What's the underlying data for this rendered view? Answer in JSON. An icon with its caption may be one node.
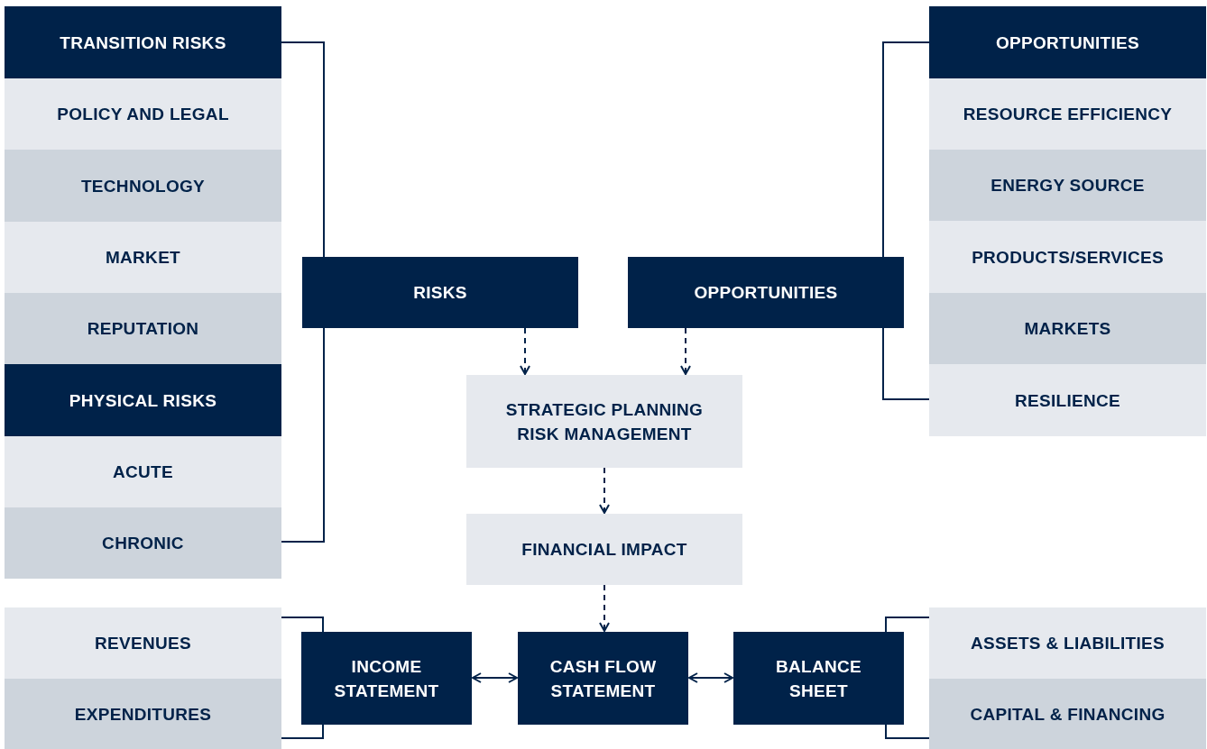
{
  "diagram": {
    "nodes": [
      {
        "text": [
          "TRANSITION RISKS"
        ]
      },
      {
        "text": [
          "POLICY AND LEGAL"
        ]
      },
      {
        "text": [
          "TECHNOLOGY"
        ]
      },
      {
        "text": [
          "MARKET"
        ]
      },
      {
        "text": [
          "REPUTATION"
        ]
      },
      {
        "text": [
          "PHYSICAL RISKS"
        ]
      },
      {
        "text": [
          "ACUTE"
        ]
      },
      {
        "text": [
          "CHRONIC"
        ]
      },
      {
        "text": [
          "OPPORTUNITIES"
        ]
      },
      {
        "text": [
          "RESOURCE EFFICIENCY"
        ]
      },
      {
        "text": [
          "ENERGY SOURCE"
        ]
      },
      {
        "text": [
          "PRODUCTS/SERVICES"
        ]
      },
      {
        "text": [
          "MARKETS"
        ]
      },
      {
        "text": [
          "RESILIENCE"
        ]
      },
      {
        "text": [
          "RISKS"
        ]
      },
      {
        "text": [
          "OPPORTUNITIES"
        ]
      },
      {
        "text": [
          "STRATEGIC PLANNING RISK MANAGEMENT"
        ]
      },
      {
        "text": [
          "FINANCIAL IMPACT"
        ]
      },
      {
        "text": [
          "REVENUES"
        ]
      },
      {
        "text": [
          "EXPENDITURES"
        ]
      },
      {
        "text": [
          "INCOME STATEMENT"
        ]
      },
      {
        "text": [
          "CASH FLOW STATEMENT"
        ]
      },
      {
        "text": [
          "BALANCE SHEET"
        ]
      },
      {
        "text": [
          "ASSETS & LIABILITIES"
        ]
      },
      {
        "text": [
          "CAPITAL & FINANCING"
        ]
      }
    ],
    "edges": [
      {
        "from": 0,
        "to": 14,
        "arrow": "none"
      },
      {
        "from": 7,
        "to": 14,
        "arrow": "none"
      },
      {
        "from": 8,
        "to": 15,
        "arrow": "none"
      },
      {
        "from": 13,
        "to": 15,
        "arrow": "none"
      },
      {
        "from": 14,
        "to": 16,
        "arrow": "to",
        "style": "dashed"
      },
      {
        "from": 15,
        "to": 16,
        "arrow": "to",
        "style": "dashed"
      },
      {
        "from": 16,
        "to": 17,
        "arrow": "to",
        "style": "dashed"
      },
      {
        "from": 17,
        "to": 21,
        "arrow": "to",
        "style": "dashed"
      },
      {
        "from": 20,
        "to": 21,
        "arrow": "both"
      },
      {
        "from": 21,
        "to": 22,
        "arrow": "both"
      },
      {
        "from": 18,
        "to": 20,
        "arrow": "none"
      },
      {
        "from": 19,
        "to": 20,
        "arrow": "none"
      },
      {
        "from": 23,
        "to": 22,
        "arrow": "none"
      },
      {
        "from": 24,
        "to": 22,
        "arrow": "none"
      }
    ]
  }
}
